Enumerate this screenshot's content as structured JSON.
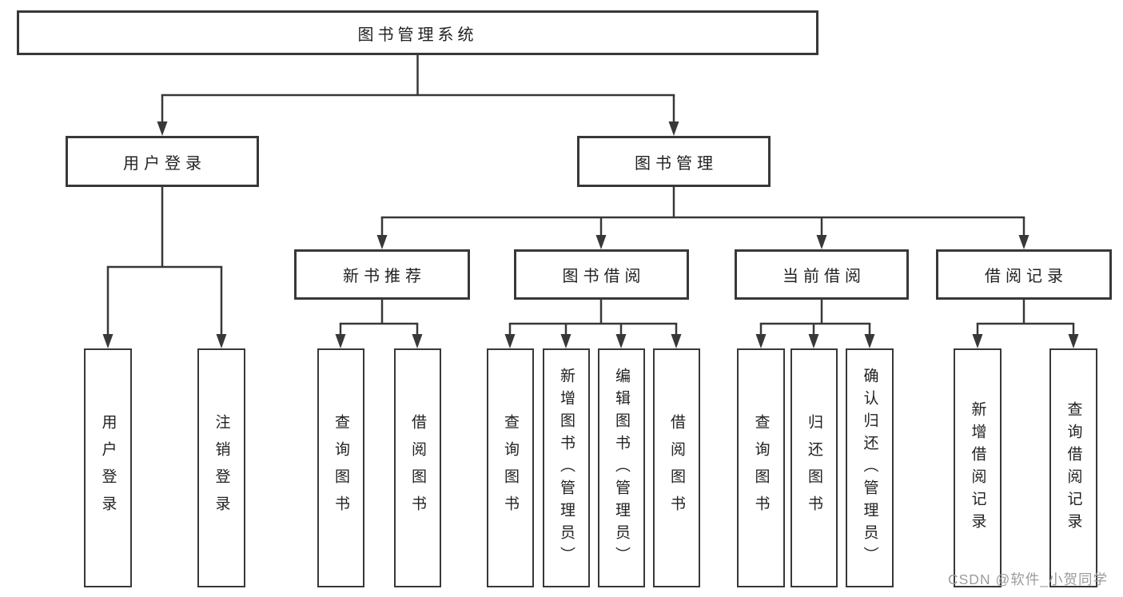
{
  "diagram_type": "tree",
  "tree": {
    "label": "图书管理系统",
    "children": [
      {
        "label": "用户登录",
        "children": [
          {
            "label": "用户登录"
          },
          {
            "label": "注销登录"
          }
        ]
      },
      {
        "label": "图书管理",
        "children": [
          {
            "label": "新书推荐",
            "children": [
              {
                "label": "查询图书"
              },
              {
                "label": "借阅图书"
              }
            ]
          },
          {
            "label": "图书借阅",
            "children": [
              {
                "label": "查询图书"
              },
              {
                "label": "新增图书（管理员）"
              },
              {
                "label": "编辑图书（管理员）"
              },
              {
                "label": "借阅图书"
              }
            ]
          },
          {
            "label": "当前借阅",
            "children": [
              {
                "label": "查询图书"
              },
              {
                "label": "归还图书"
              },
              {
                "label": "确认归还（管理员）"
              }
            ]
          },
          {
            "label": "借阅记录",
            "children": [
              {
                "label": "新增借阅记录"
              },
              {
                "label": "查询借阅记录"
              }
            ]
          }
        ]
      }
    ]
  },
  "watermark": {
    "text": "CSDN @软件_小贺同学"
  },
  "colors": {
    "background": "#ffffff",
    "line": "#383838",
    "box_border": "#383838",
    "text": "#222222",
    "watermark": "#9c9c9c"
  }
}
